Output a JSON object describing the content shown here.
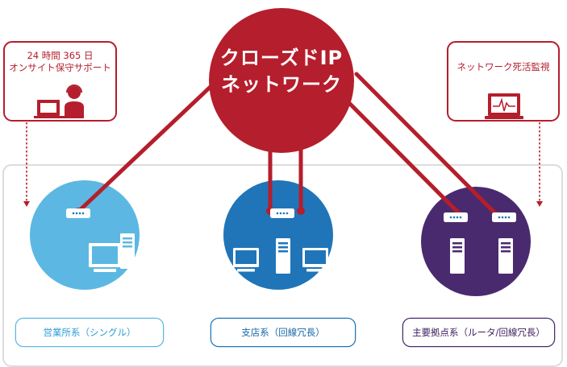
{
  "hub": {
    "line1": "クローズドIP",
    "line2": "ネットワーク"
  },
  "support_box": {
    "line1": "24 時間 365 日",
    "line2": "オンサイト保守サポート"
  },
  "monitor_box": {
    "line1": "ネットワーク死活監視"
  },
  "sites": [
    {
      "label": "営業所系（シングル）",
      "color": "#2a9dd2"
    },
    {
      "label": "支店系（回線冗長）",
      "color": "#1767a5"
    },
    {
      "label": "主要拠点系（ルータ/回線冗長）",
      "color": "#3f1f5c"
    }
  ],
  "colors": {
    "brand_red": "#b51e2c",
    "light_blue": "#5cb8e2",
    "mid_blue": "#1f75b8",
    "purple": "#4a2a6e",
    "panel_border": "#dcdcdc"
  },
  "icons": [
    "operator-icon",
    "router-icon",
    "desktop-pc-icon",
    "tower-server-icon",
    "monitor-graph-icon"
  ]
}
